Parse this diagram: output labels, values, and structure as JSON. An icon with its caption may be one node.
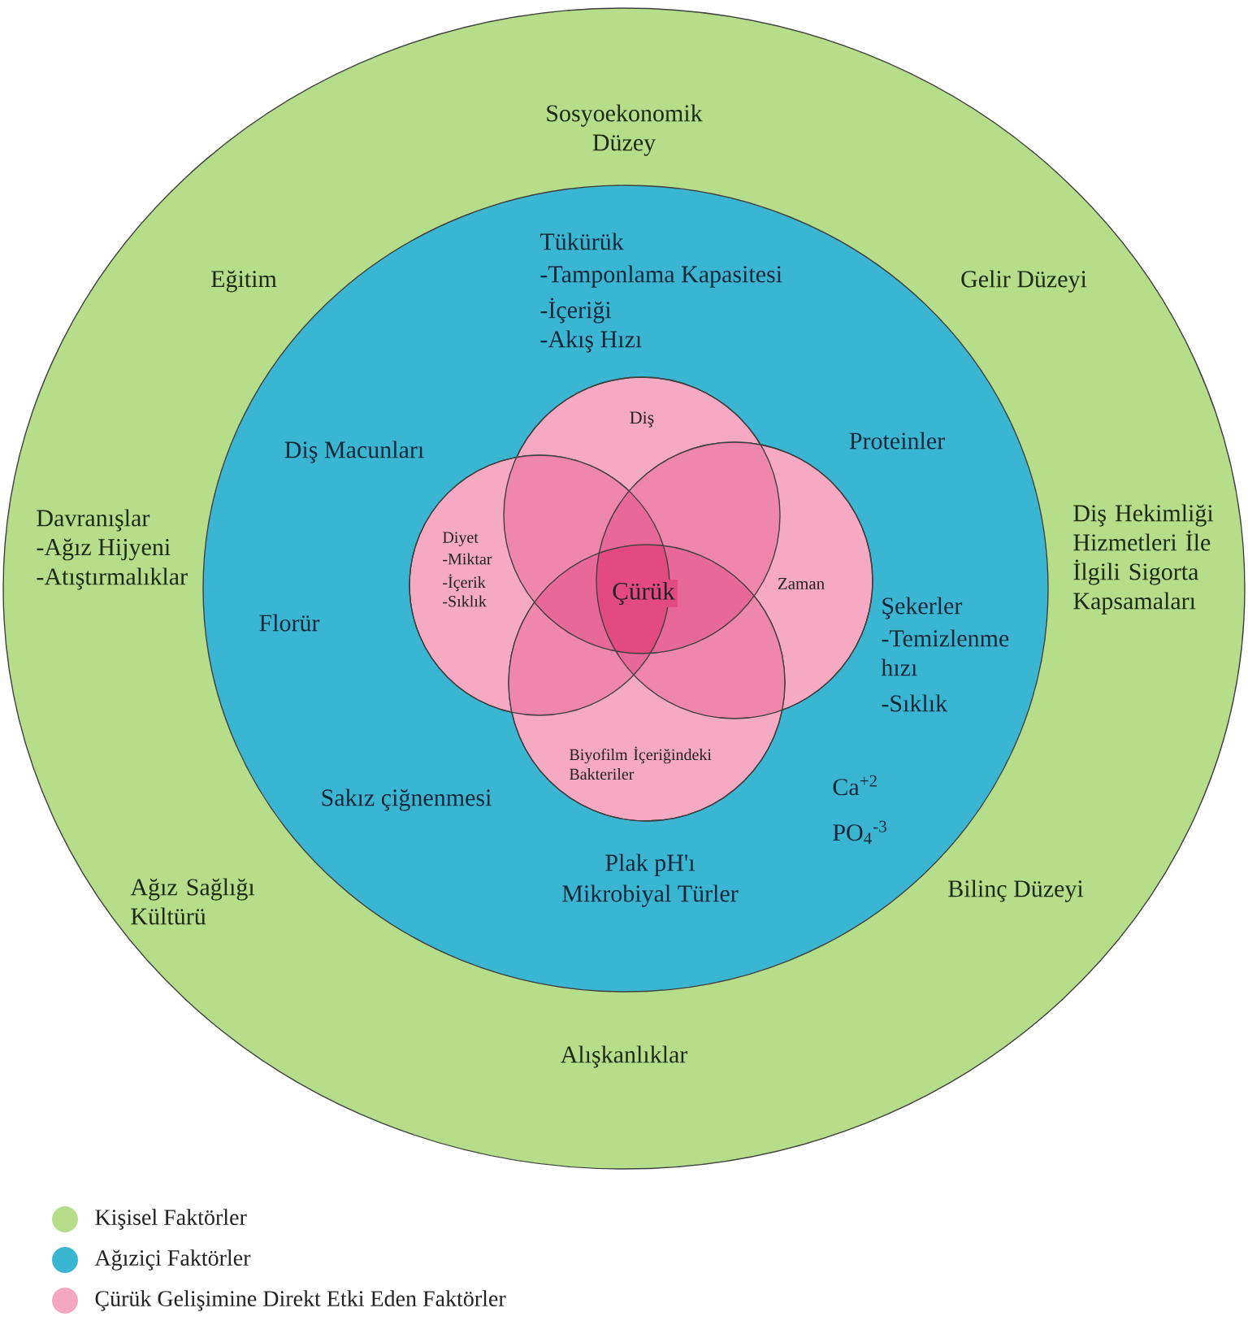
{
  "diagram": {
    "nodes": [
      {
        "text": [
          "Sosyoekonomik Düzey",
          "Eğitim",
          "Gelir Düzeyi",
          "Davranışlar",
          "-Ağız Hijyeni",
          "-Atıştırmalıklar",
          "Diş Hekimliği Hizmetleri İle İlgili Sigorta Kapsamaları",
          "Ağız Sağlığı Kültürü",
          "Bilinç Düzeyi",
          "Alışkanlıklar"
        ]
      },
      {
        "text": [
          "Tükürük",
          "-Tamponlama Kapasitesi",
          "-İçeriği",
          "-Akış Hızı",
          "Diş Macunları",
          "Proteinler",
          "Florür",
          "Şekerler",
          "-Temizlenme hızı",
          "-Sıklık",
          "Sakız çiğnenmesi",
          "Ca$^{+2}$",
          "PO$_{4}$$^{-3}$",
          "Plak pH'ı",
          "Mikrobiyal Türler"
        ],
        "in": 0
      },
      {
        "text": [
          "Diş"
        ],
        "in": 1
      },
      {
        "text": [
          "Diyet",
          "-Miktar",
          "-İçerik",
          "-Sıklık"
        ],
        "in": 1
      },
      {
        "text": [
          "Zaman"
        ],
        "in": 1
      },
      {
        "text": [
          "Biyofilm İçeriğindeki Bakteriler"
        ],
        "in": 1
      }
    ],
    "labels": [
      "Çürük"
    ],
    "legend": [
      {
        "text": "Kişisel Faktörler",
        "color": "#b5dd8a"
      },
      {
        "text": "Ağıziçi Faktörler",
        "color": "#3bb6d2"
      },
      {
        "text": "Çürük Gelişimine Direkt Etki Eden Faktörler",
        "color": "#f4a7c0"
      }
    ]
  }
}
